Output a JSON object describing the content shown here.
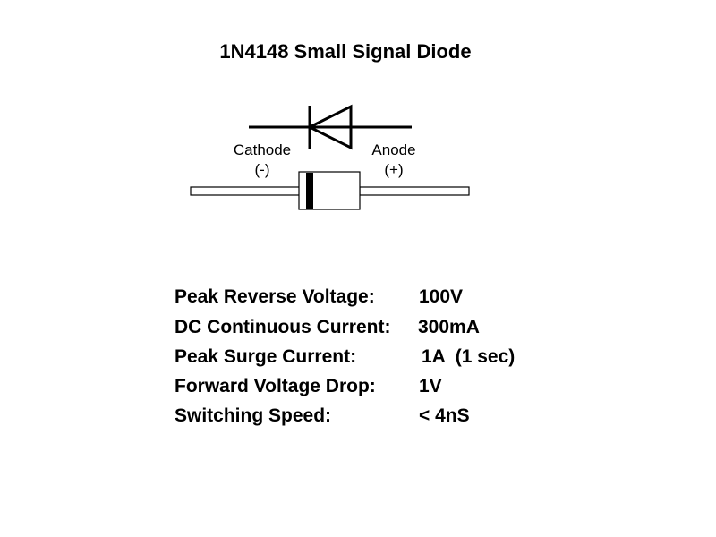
{
  "title": "1N4148 Small Signal Diode",
  "cathode": {
    "label": "Cathode",
    "polarity": "(-)"
  },
  "anode": {
    "label": "Anode",
    "polarity": "(+)"
  },
  "specs": [
    {
      "label": "Peak Reverse Voltage:",
      "value": "100V"
    },
    {
      "label": "DC Continuous Current:",
      "value": "300mA"
    },
    {
      "label": "Peak Surge Current:",
      "value": "1A  (1 sec)"
    },
    {
      "label": "Forward Voltage Drop:",
      "value": "1V"
    },
    {
      "label": "Switching Speed:",
      "value": "< 4nS"
    }
  ]
}
